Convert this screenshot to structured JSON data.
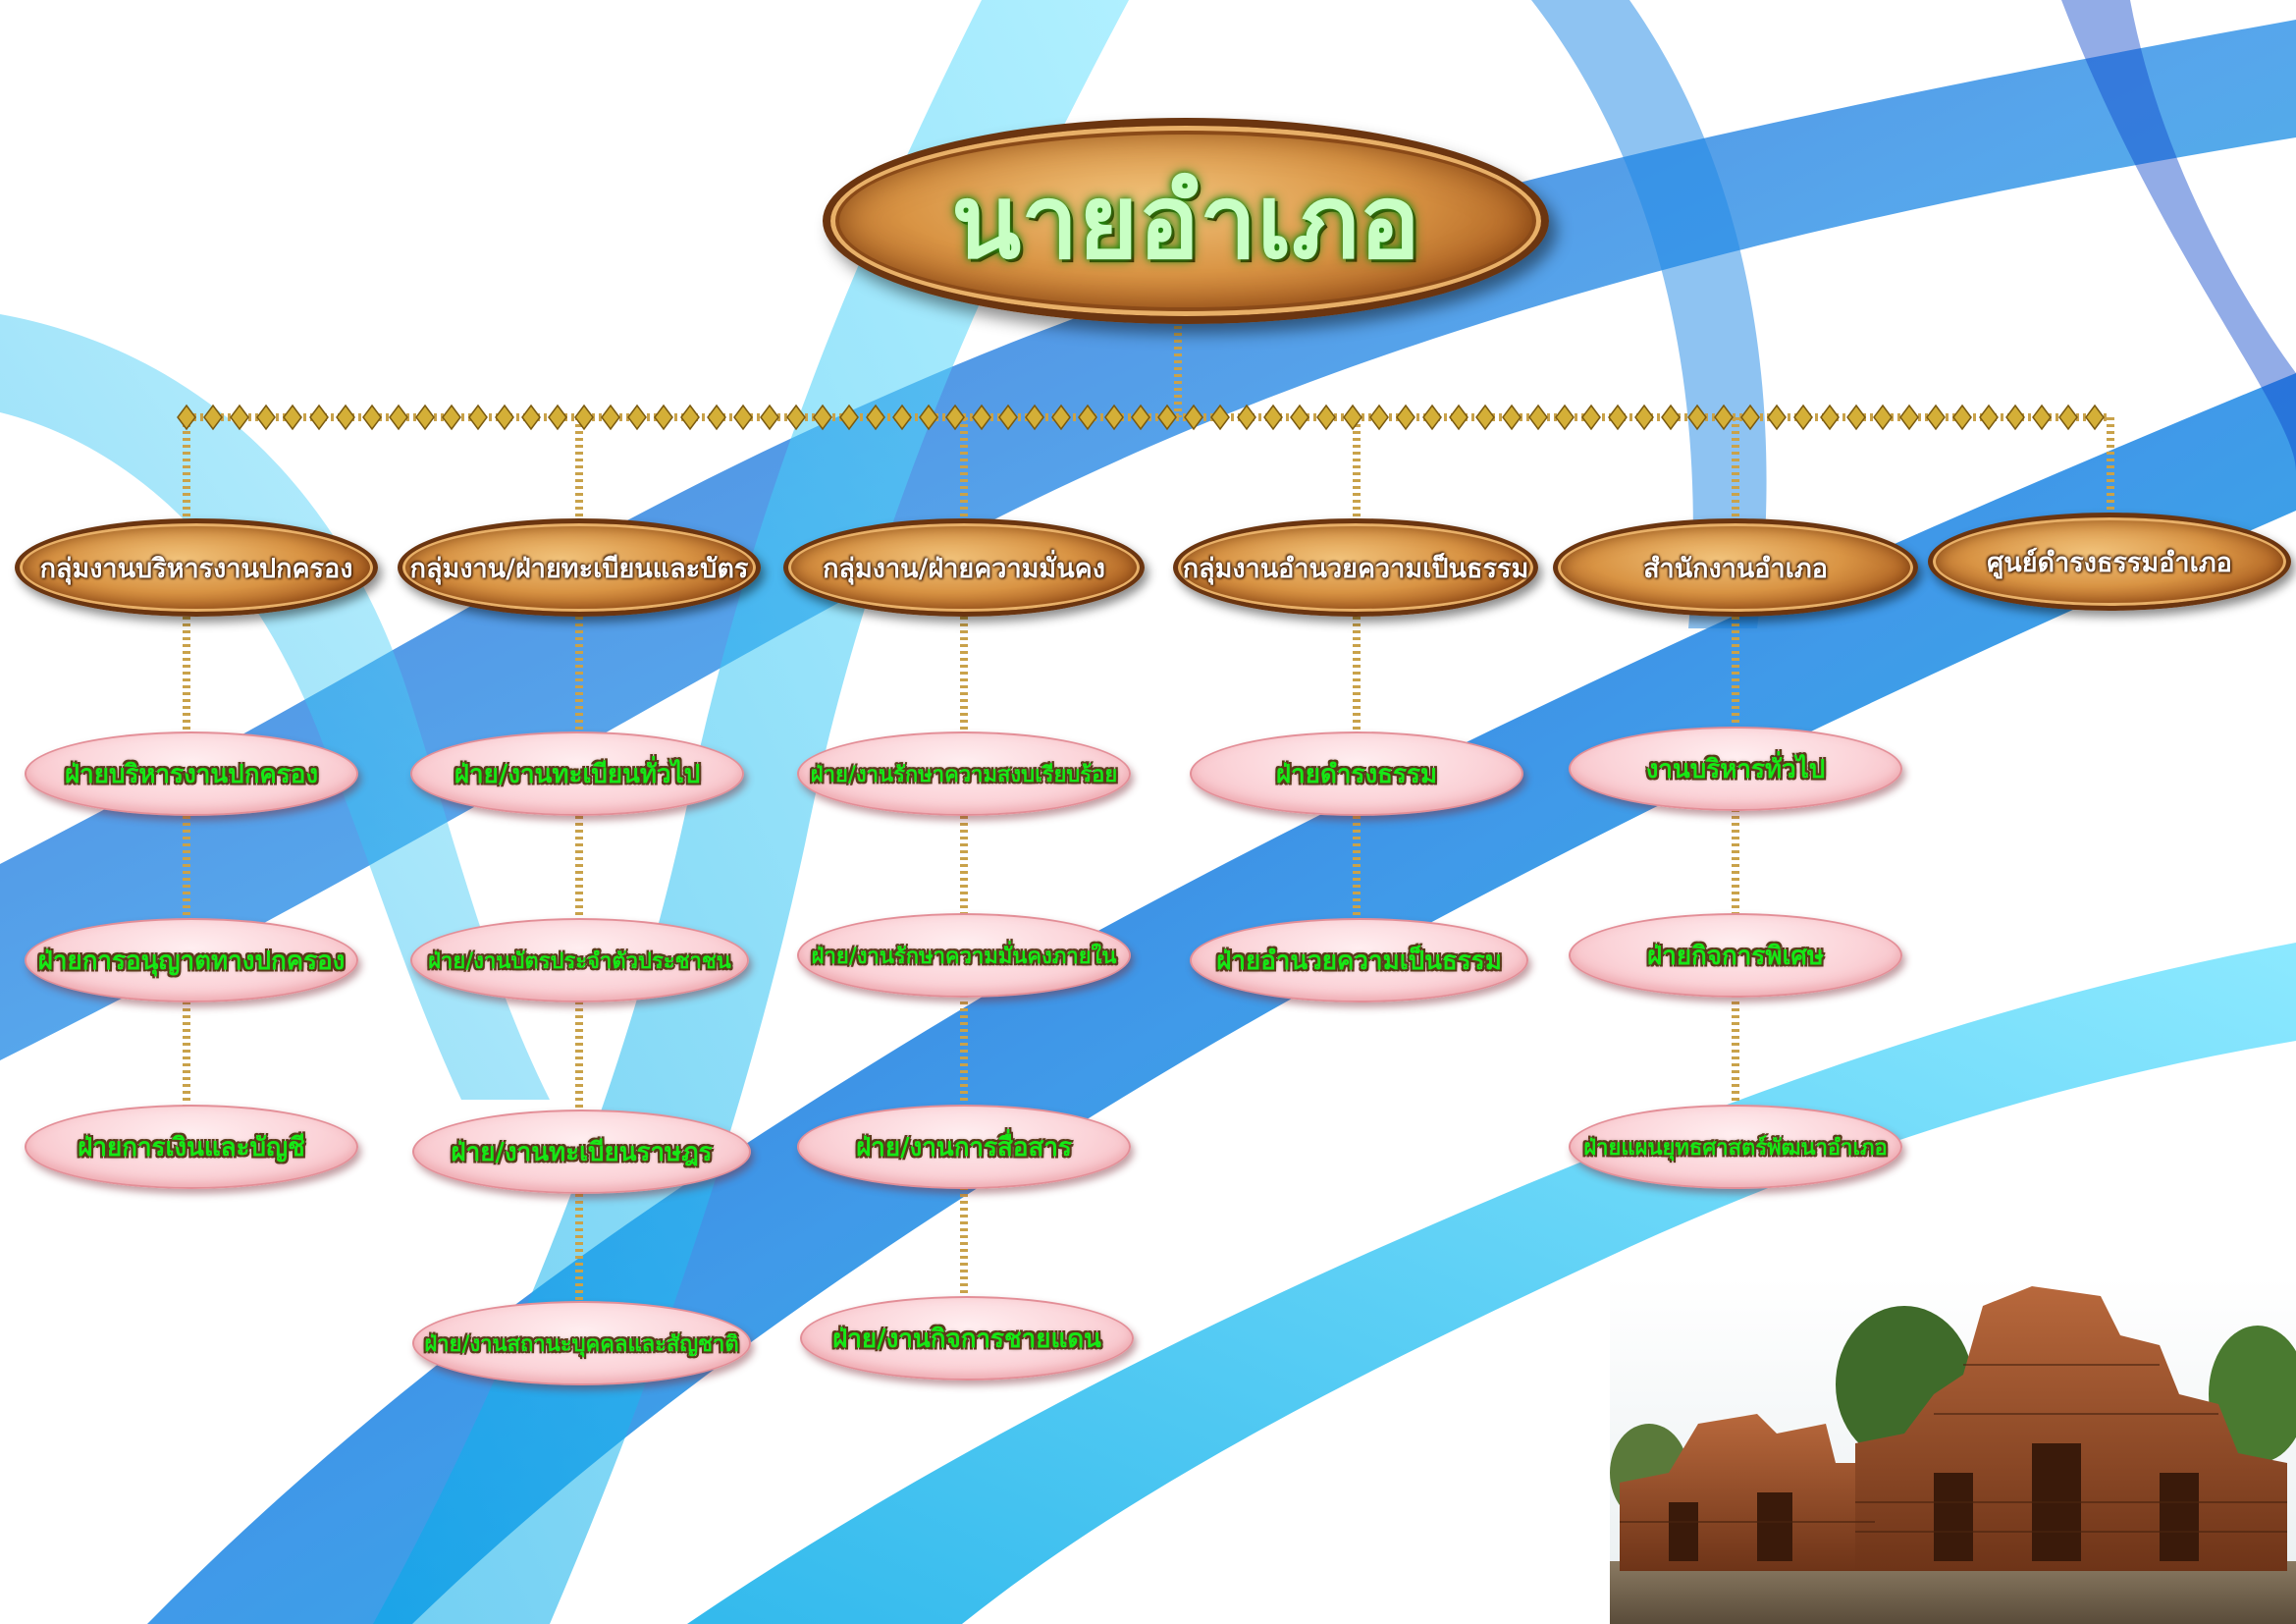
{
  "title": "นายอำเภอ",
  "colors": {
    "wood": "#d99444",
    "pill": "#fbd3d8",
    "text_green": "#16e816",
    "swirl_blue": "#1565e0",
    "swirl_cyan": "#18c8f0"
  },
  "groups": [
    {
      "label": "กลุ่มงานบริหารงานปกครอง",
      "units": [
        "ฝ่ายบริหารงานปกครอง",
        "ฝ่ายการอนุญาตทางปกครอง",
        "ฝ่ายการเงินและบัญชี"
      ]
    },
    {
      "label": "กลุ่มงาน/ฝ่ายทะเบียนและบัตร",
      "units": [
        "ฝ่าย/งานทะเบียนทั่วไป",
        "ฝ่าย/งานบัตรประจำตัวประชาชน",
        "ฝ่าย/งานทะเบียนราษฎร",
        "ฝ่าย/งานสถานะบุคคลและสัญชาติ"
      ]
    },
    {
      "label": "กลุ่มงาน/ฝ่ายความมั่นคง",
      "units": [
        "ฝ่าย/งานรักษาความสงบเรียบร้อย",
        "ฝ่าย/งานรักษาความมั่นคงภายใน",
        "ฝ่าย/งานการสื่อสาร",
        "ฝ่าย/งานกิจการชายแดน"
      ]
    },
    {
      "label": "กลุ่มงานอำนวยความเป็นธรรม",
      "units": [
        "ฝ่ายดำรงธรรม",
        "ฝ่ายอำนวยความเป็นธรรม"
      ]
    },
    {
      "label": "สำนักงานอำเภอ",
      "units": [
        "งานบริหารทั่วไป",
        "ฝ่ายกิจการพิเศษ",
        "ฝ่ายแผนยุทธศาสตร์พัฒนาอำเภอ"
      ]
    },
    {
      "label": "ศูนย์ดำรงธรรมอำเภอ",
      "units": []
    }
  ]
}
